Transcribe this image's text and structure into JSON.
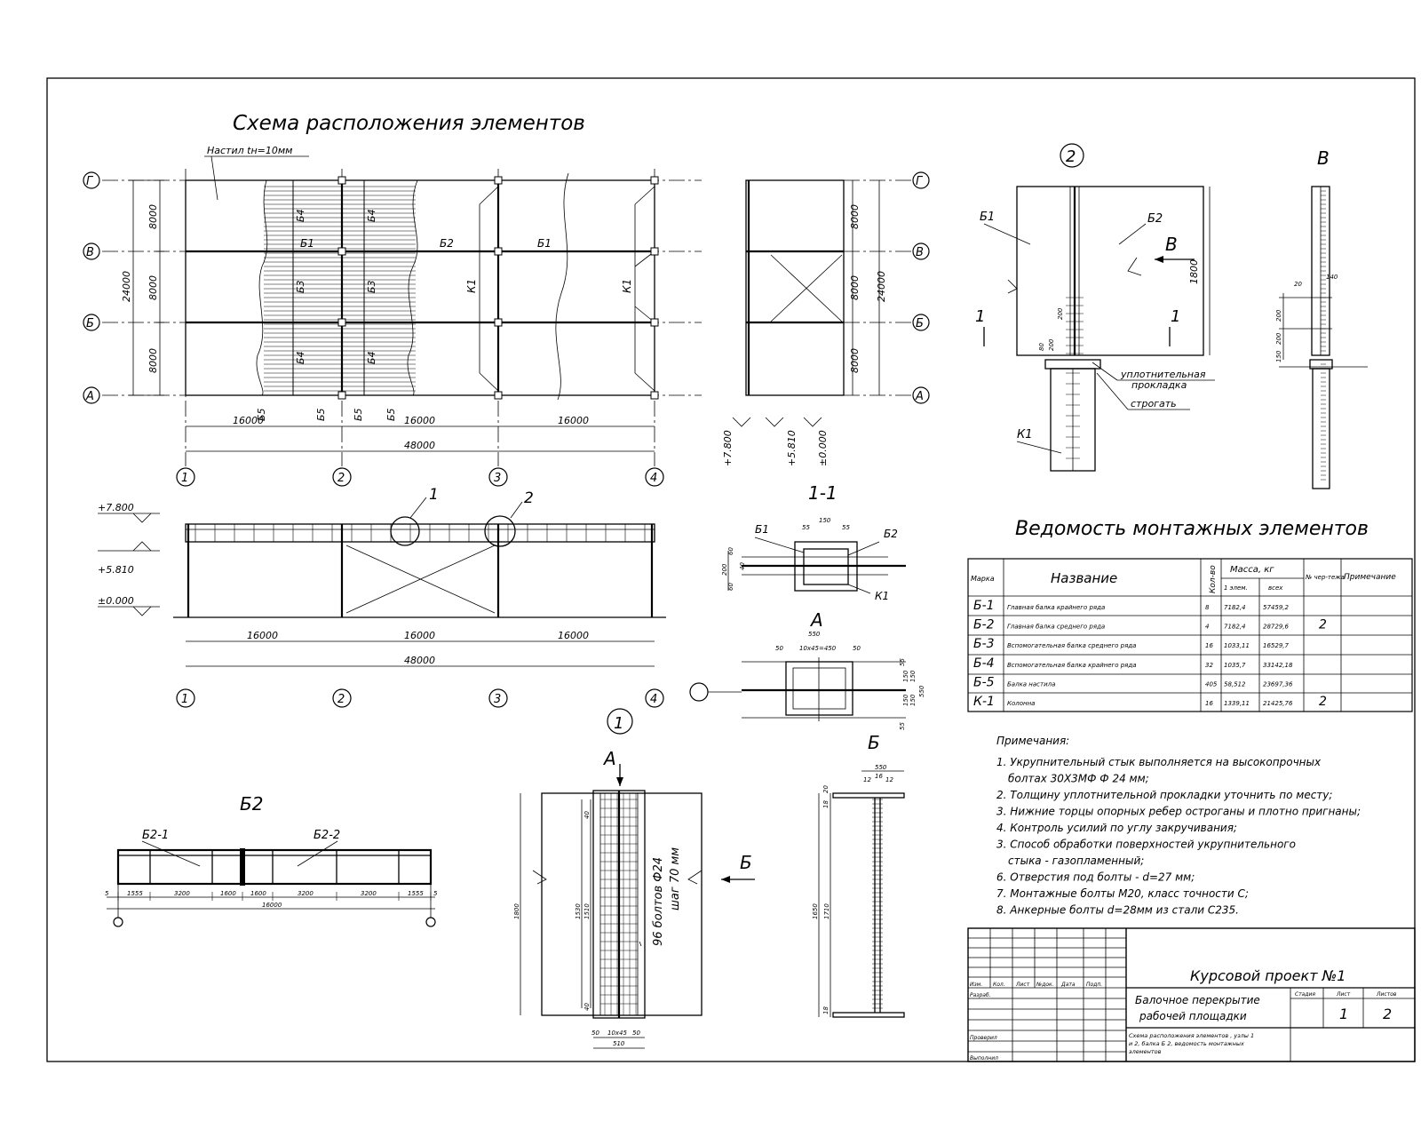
{
  "titles": {
    "layout_scheme": "Схема расположения элементов",
    "schedule": "Ведомость монтажных элементов",
    "section_1_1": "1-1",
    "view_A": "А",
    "view_B_upper": "В",
    "view_Bcyr": "Б",
    "beam_B2": "Б2",
    "node_1": "1",
    "node_2": "2"
  },
  "plan": {
    "decking_label": "Настил  tн=10мм",
    "row_axes": [
      "Г",
      "В",
      "Б",
      "А"
    ],
    "col_axes": [
      "1",
      "2",
      "3",
      "4"
    ],
    "row_spans": [
      "8000",
      "8000",
      "8000"
    ],
    "total_row_span": "24000",
    "col_spans": [
      "16000",
      "16000",
      "16000"
    ],
    "total_col_span": "48000",
    "beam_labels": [
      "Б1",
      "Б2",
      "Б1",
      "Б3",
      "Б3",
      "Б4",
      "Б4",
      "Б4",
      "Б4",
      "К1",
      "К1"
    ],
    "bottom_beam_labels": [
      "Б5",
      "Б5",
      "Б5",
      "Б5"
    ]
  },
  "side_view": {
    "levels": [
      "+7.800",
      "+5.810",
      "±0.000"
    ],
    "spans": [
      "8000",
      "8000",
      "8000"
    ],
    "total": "24000"
  },
  "elevation": {
    "levels": [
      "+7.800",
      "+5.810",
      "±0.000"
    ],
    "spans": [
      "16000",
      "16000",
      "16000"
    ],
    "total": "48000"
  },
  "node2": {
    "labels": [
      "Б1",
      "Б2",
      "В",
      "1",
      "1",
      "К1"
    ],
    "height": "1800",
    "callouts": [
      "уплотнительная",
      "прокладка",
      "строгать"
    ],
    "dims": [
      "200",
      "200",
      "80",
      "20",
      "140",
      "200",
      "200",
      "150"
    ]
  },
  "section11": {
    "labels": [
      "Б1",
      "Б2",
      "К1"
    ],
    "dims": [
      "55",
      "150",
      "55",
      "60",
      "200",
      "60",
      "40"
    ]
  },
  "viewA": {
    "dims": [
      "550",
      "50",
      "10х45=450",
      "50",
      "55",
      "150",
      "150",
      "150",
      "150",
      "55",
      "550"
    ]
  },
  "beamB2": {
    "parts": [
      "Б2-1",
      "Б2-2"
    ],
    "segments": [
      "1555",
      "3200",
      "1600",
      "1600",
      "3200",
      "3200",
      "1555"
    ],
    "ends": [
      "5",
      "5"
    ],
    "total": "16000"
  },
  "node1": {
    "bolts_note": "96 болтов Ф24",
    "pitch_note": "шаг 70 мм",
    "height": "1800",
    "inner_dims": [
      "1530",
      "1510",
      "40",
      "40"
    ],
    "bottom_dims": [
      "50",
      "10х45",
      "50",
      "510"
    ]
  },
  "viewBcyr": {
    "dims": [
      "550",
      "12",
      "16",
      "12",
      "20",
      "18",
      "1650",
      "1710",
      "18"
    ]
  },
  "schedule": {
    "headers": {
      "mark": "Марка",
      "name": "Название",
      "qty": "Кол-во",
      "mass": "Масса, кг",
      "mass_one": "1 элем.",
      "mass_all": "всех",
      "drawing_no": "№ чер-тежа",
      "notes": "Примечание"
    },
    "rows": [
      {
        "mark": "Б-1",
        "name": "Главная балка крайнего ряда",
        "qty": "8",
        "m1": "7182,4",
        "mall": "57459,2",
        "dwg": ""
      },
      {
        "mark": "Б-2",
        "name": "Главная балка среднего ряда",
        "qty": "4",
        "m1": "7182,4",
        "mall": "28729,6",
        "dwg": "2"
      },
      {
        "mark": "Б-3",
        "name": "Вспомогательная балка среднего ряда",
        "qty": "16",
        "m1": "1033,11",
        "mall": "16529,7",
        "dwg": ""
      },
      {
        "mark": "Б-4",
        "name": "Вспомогательная балка крайнего ряда",
        "qty": "32",
        "m1": "1035,7",
        "mall": "33142,18",
        "dwg": ""
      },
      {
        "mark": "Б-5",
        "name": "Балка настила",
        "qty": "405",
        "m1": "58,512",
        "mall": "23697,36",
        "dwg": ""
      },
      {
        "mark": "К-1",
        "name": "Колонна",
        "qty": "16",
        "m1": "1339,11",
        "mall": "21425,76",
        "dwg": "2"
      }
    ]
  },
  "notes": {
    "title": "Примечания:",
    "lines": [
      "1. Укрупнительный стык выполняется на высокопрочных",
      "болтах 30Х3МФ Ф 24 мм;",
      "2. Толщину уплотнительной прокладки уточнить по месту;",
      "3. Нижние торцы опорных ребер острoганы и плотно пригнаны;",
      "4. Контроль усилий по углу закручивания;",
      "3. Способ обработки поверхностей укрупнительного",
      "стыка - газопламенный;",
      "6. Отверстия под болты  - d=27 мм;",
      "7. Монтажные болты М20, класс точности С;",
      "8. Анкерные болты d=28мм из стали С235."
    ]
  },
  "title_block": {
    "project": "Курсовой проект №1",
    "subject_line1": "Балочное перекрытие",
    "subject_line2": "рабочей площадки",
    "sheet_desc_l1": "Схема расположения элементов , узлы 1",
    "sheet_desc_l2": "и 2, балка Б 2, ведомость монтажных",
    "sheet_desc_l3": "элементов",
    "col_heads": [
      "Изм.",
      "Кол.",
      "Лист",
      "№док.",
      "Дата",
      "Подп."
    ],
    "roles": [
      "Разраб.",
      "Проверил",
      "Выполнил"
    ],
    "stage_head": "Стадия",
    "sheet_head": "Лист",
    "sheets_head": "Листов",
    "sheet": "1",
    "sheets": "2"
  }
}
